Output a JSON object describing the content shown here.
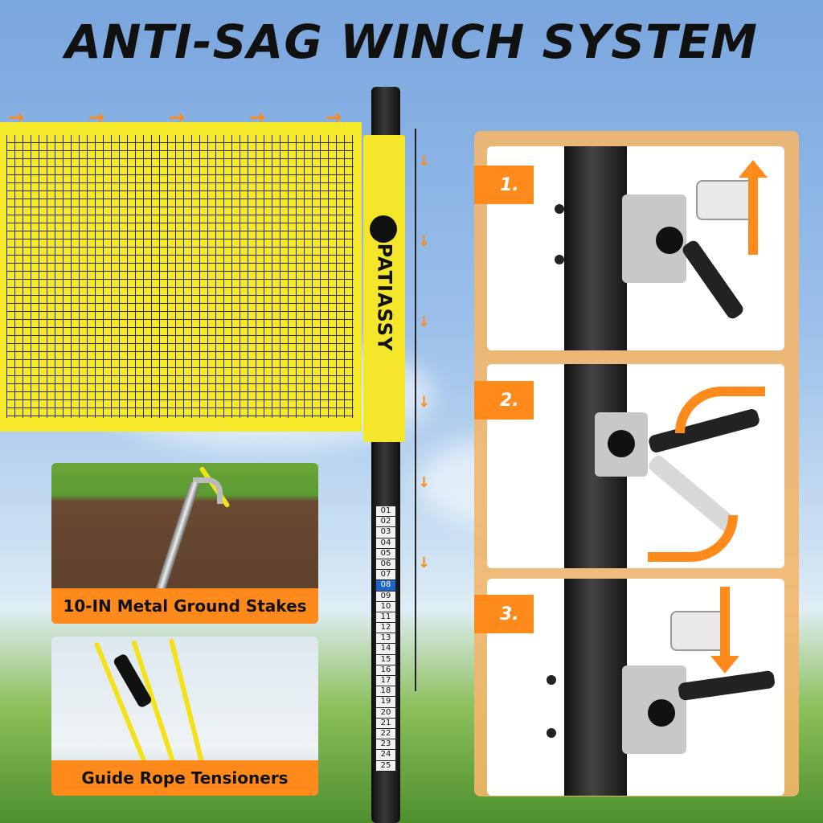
{
  "title": "ANTI-SAG WINCH SYSTEM",
  "brand": {
    "name": "PATIASSY"
  },
  "scale_marks": [
    "01",
    "02",
    "03",
    "04",
    "05",
    "06",
    "07",
    "08",
    "09",
    "10",
    "11",
    "12",
    "13",
    "14",
    "15",
    "16",
    "17",
    "18",
    "19",
    "20",
    "21",
    "22",
    "23",
    "24",
    "25"
  ],
  "highlight_mark": "08",
  "steps": [
    {
      "label": "1."
    },
    {
      "label": "2."
    },
    {
      "label": "3."
    }
  ],
  "features": [
    {
      "caption": "10-IN Metal Ground Stakes"
    },
    {
      "caption": "Guide Rope Tensioners"
    }
  ],
  "colors": {
    "accent": "#ff8a1c",
    "net_yellow": "#f4e62a",
    "pole": "#111111",
    "scale_highlight": "#1b63c9"
  }
}
